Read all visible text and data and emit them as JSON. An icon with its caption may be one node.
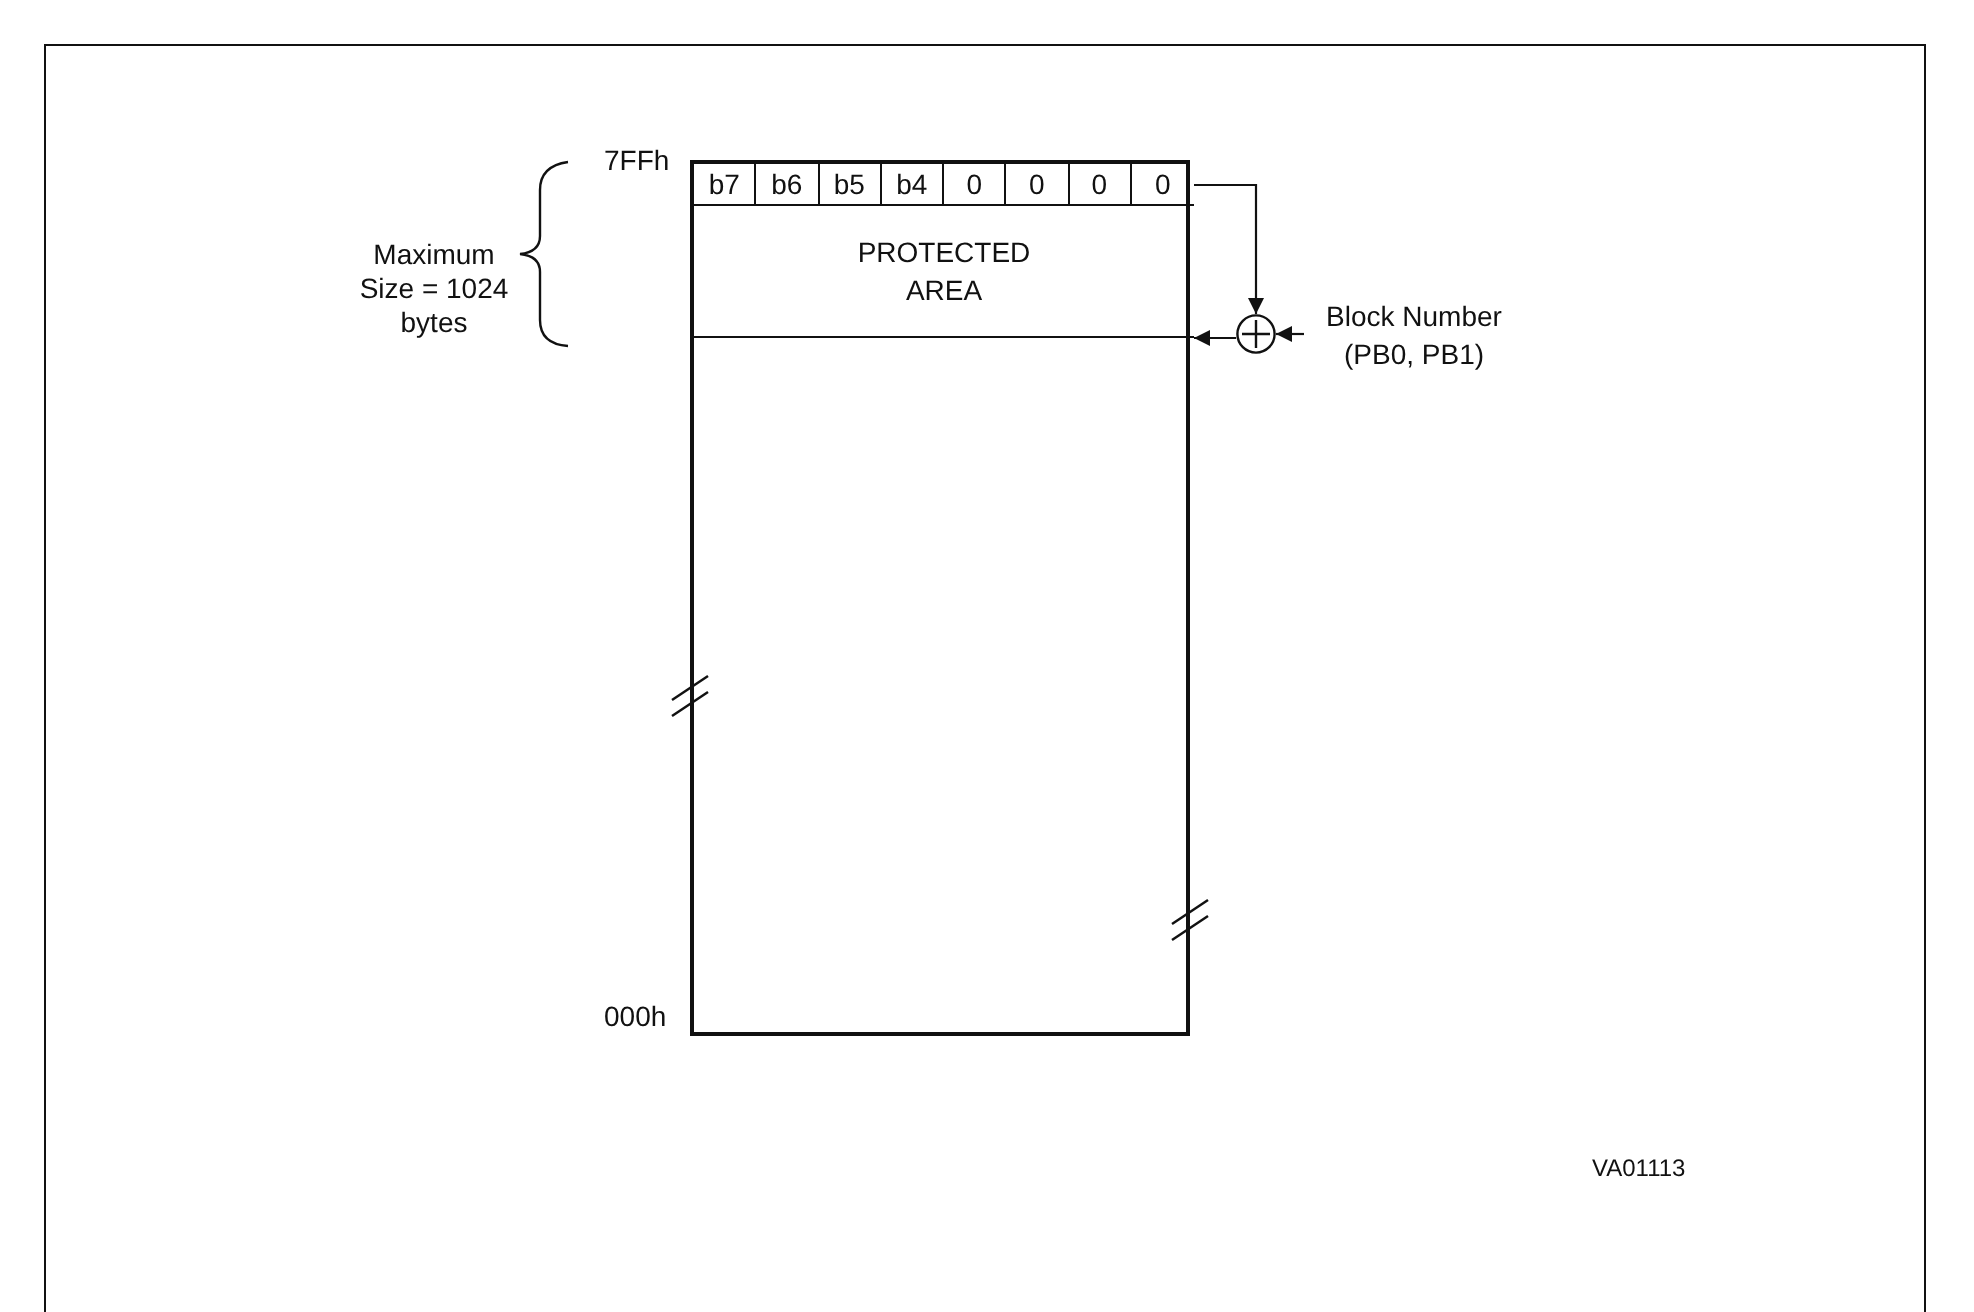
{
  "diagram": {
    "nodes": [
      {
        "text": [],
        "shape": "box"
      },
      {
        "text": [
          "b7"
        ],
        "in": 0
      },
      {
        "text": [
          "b6"
        ],
        "in": 0
      },
      {
        "text": [
          "b5"
        ],
        "in": 0
      },
      {
        "text": [
          "b4"
        ],
        "in": 0
      },
      {
        "text": [
          "0"
        ],
        "in": 0
      },
      {
        "text": [
          "0"
        ],
        "in": 0
      },
      {
        "text": [
          "0"
        ],
        "in": 0
      },
      {
        "text": [
          "0"
        ],
        "in": 0
      },
      {
        "text": [
          "PROTECTED AREA"
        ],
        "in": 0
      },
      {
        "text": [],
        "shape": "circle"
      },
      {
        "text": [
          "Block Number (PB0, PB1)"
        ]
      }
    ],
    "edges": [
      {
        "from": 8,
        "to": 10,
        "arrow": "to"
      },
      {
        "from": 11,
        "to": 10,
        "arrow": "to"
      },
      {
        "from": 10,
        "to": 9,
        "arrow": "to"
      }
    ],
    "labels": [
      "Maximum Size = 1024 bytes",
      "7FFh",
      "000h",
      "VA01113"
    ]
  }
}
